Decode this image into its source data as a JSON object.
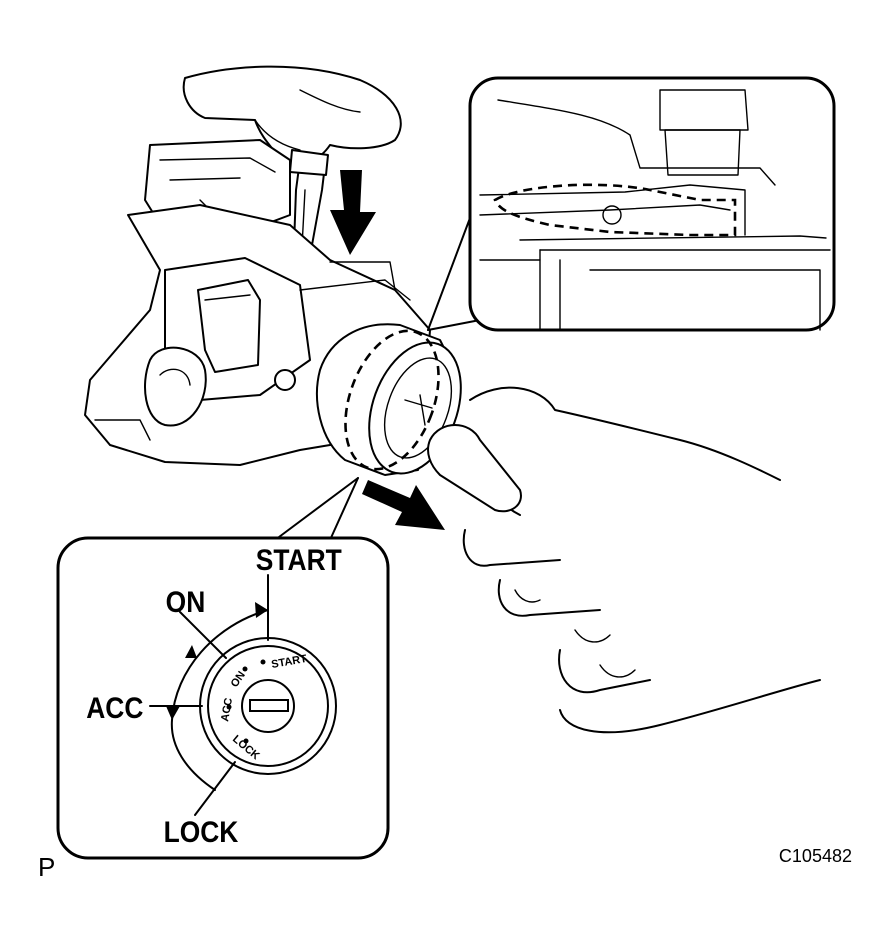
{
  "figure": {
    "id_code": "C105482",
    "corner_letter": "P"
  },
  "callout": {
    "positions": {
      "start": "START",
      "on": "ON",
      "acc": "ACC",
      "lock": "LOCK"
    },
    "dial": {
      "start": "START",
      "on": "ON",
      "acc": "ACC",
      "lock": "LOCK"
    }
  }
}
